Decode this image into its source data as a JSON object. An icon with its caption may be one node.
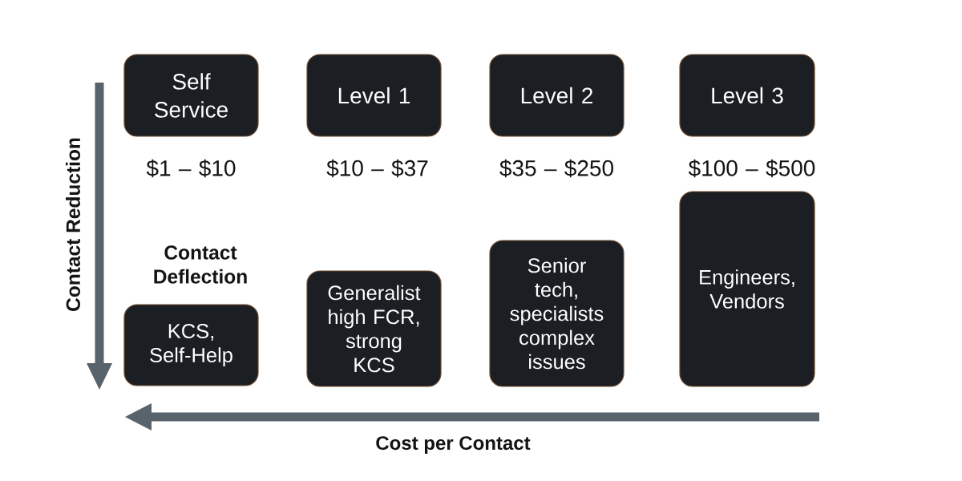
{
  "diagram": {
    "nodes": [
      {
        "text": [
          "Self Service"
        ],
        "beside": [
          "$1 – $10"
        ]
      },
      {
        "text": [
          "Level 1"
        ],
        "beside": [
          "$10 – $37"
        ]
      },
      {
        "text": [
          "Level 2"
        ],
        "beside": [
          "$35 – $250"
        ]
      },
      {
        "text": [
          "Level 3"
        ],
        "beside": [
          "$100 – $500"
        ]
      },
      {
        "text": [
          "KCS, Self-Help"
        ],
        "beside": [
          "Contact Deflection"
        ]
      },
      {
        "text": [
          "Generalist high FCR, strong KCS"
        ]
      },
      {
        "text": [
          "Senior tech, specialists complex issues"
        ]
      },
      {
        "text": [
          "Engineers, Vendors"
        ]
      }
    ],
    "labels": [
      "Contact Reduction",
      "Cost per Contact"
    ]
  }
}
